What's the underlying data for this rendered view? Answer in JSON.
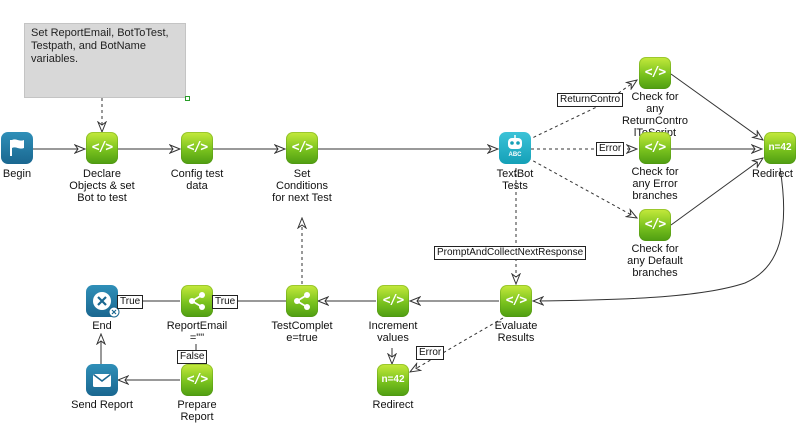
{
  "note": {
    "text": "Set ReportEmail, BotToTest,\nTestpath, and BotName\nvariables."
  },
  "nodes": {
    "begin": "Begin",
    "declare": "Declare\nObjects & set\nBot to test",
    "config": "Config test\ndata",
    "set_conditions": "Set\nConditions\nfor next Test",
    "textbot": "TextBot\nTests",
    "check_return": "Check for\nany\nReturnContro\nlToScript",
    "check_error": "Check for\nany Error\nbranches",
    "check_default": "Check for\nany Default\nbranches",
    "redirect_top": "Redirect",
    "evaluate": "Evaluate\nResults",
    "increment": "Increment\nvalues",
    "redirect_bottom": "Redirect",
    "test_complete": "TestComplet\ne=true",
    "report_email": "ReportEmail\n=\"\"",
    "prepare_report": "Prepare\nReport",
    "send_report": "Send Report",
    "end": "End"
  },
  "node_glyphs": {
    "code": "</>",
    "n42": "n=42",
    "textbot_badge": "ABC"
  },
  "icons": {
    "begin": "flag-icon",
    "textbot": "robot-icon",
    "decision": "share-icon",
    "send": "envelope-icon",
    "end": "close-circle-icon"
  },
  "edge_labels": {
    "return_control": "ReturnContro",
    "error_top": "Error",
    "prompt": "PromptAndCollectNextResponse",
    "error_bottom": "Error",
    "true_test_complete": "True",
    "true_report_email": "True",
    "false_report_email": "False"
  },
  "colors": {
    "code_node": "#7ac21e",
    "begin_node": "#1a6790",
    "textbot_node": "#14a0b7",
    "note_bg": "#d8d8d8"
  }
}
